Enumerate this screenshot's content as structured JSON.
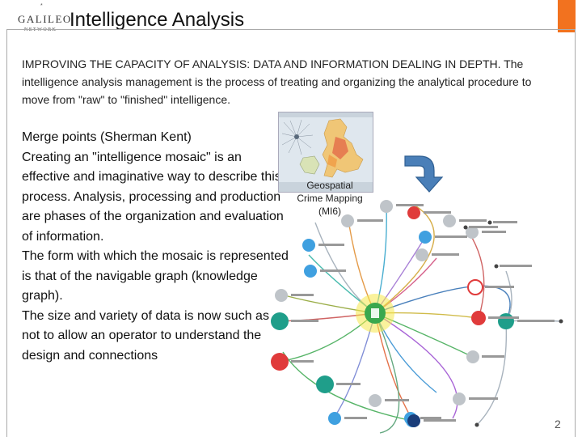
{
  "header": {
    "title": "Intelligence Analysis",
    "logo": {
      "line1": "GALILEO",
      "line2": "NETWORK",
      "mark": "*"
    },
    "accent_color": "#f2721f"
  },
  "intro": "IMPROVING THE CAPACITY OF ANALYSIS: DATA  AND INFORMATION DEALING IN DEPTH. The intelligence analysis management is the process of treating and organizing the analytical procedure to move from \"raw\" to \"finished\" intelligence.",
  "body": {
    "lines": [
      "Merge points (Sherman Kent)",
      "Creating an \"intelligence mosaic\" is an effective and imaginative way to describe this process. Analysis, processing and production are phases of the organization and evaluation of information.",
      "The form with which the mosaic is represented is that of the navigable graph (knowledge graph).",
      "The size and variety of data is now such as not to allow an operator to understand the design and connections"
    ]
  },
  "figure": {
    "caption": [
      "Geospatial",
      "Crime Mapping",
      "(MI6)"
    ]
  },
  "page_number": "2",
  "colors": {
    "node_gray": "#bfc4c9",
    "node_red": "#e03b3b",
    "node_blue": "#3fa0e0",
    "node_teal": "#1f9e8a",
    "node_green": "#3aa84e",
    "center_glow": "#f6e84a",
    "arrow_blue": "#4a7fb8"
  }
}
